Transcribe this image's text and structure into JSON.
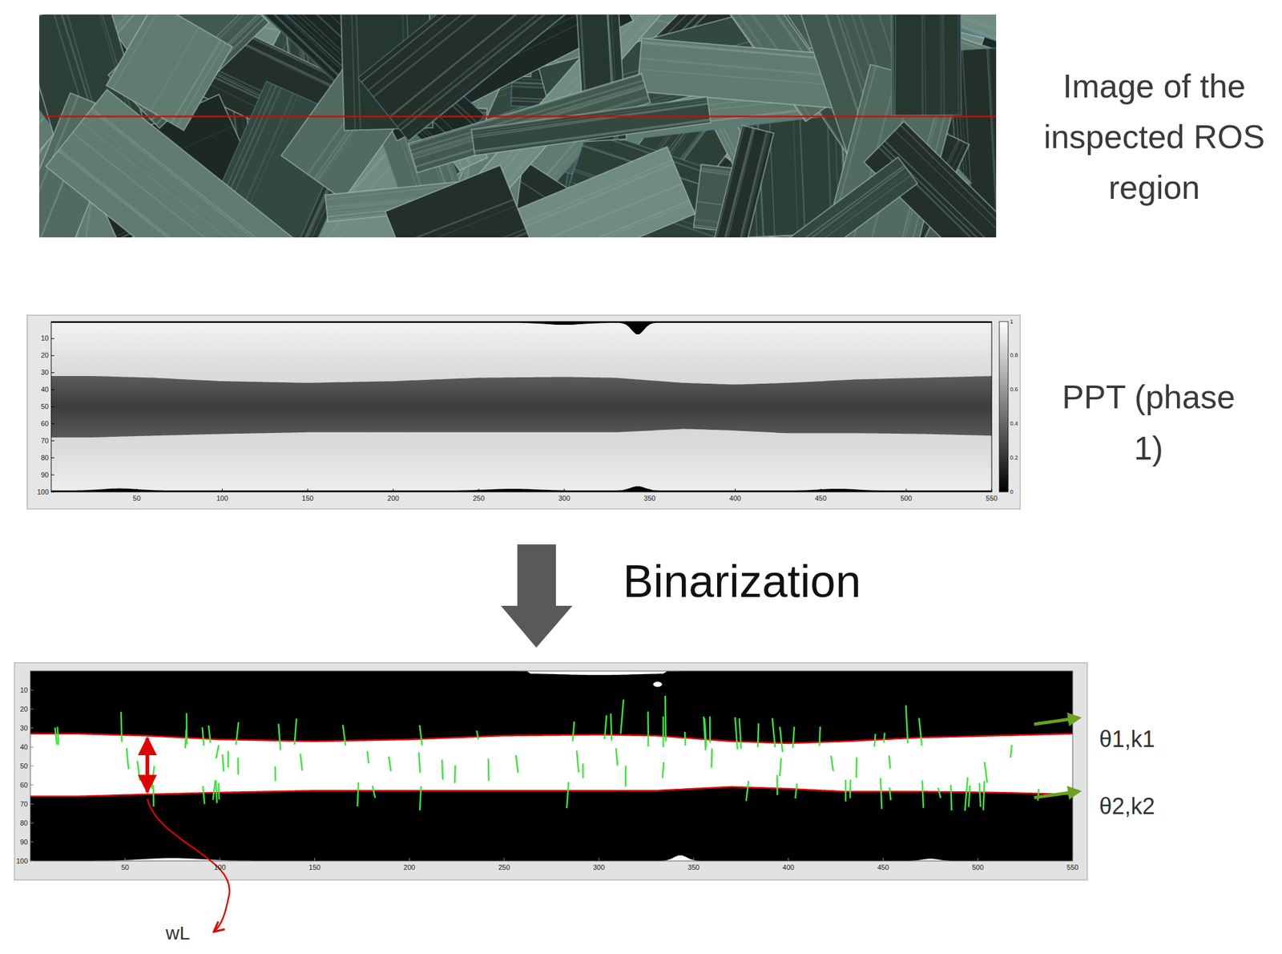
{
  "diagram": {
    "labels": [
      "Image of the inspected ROS region",
      "10",
      "20",
      "30",
      "40",
      "50",
      "60",
      "70",
      "80",
      "90",
      "100",
      "50",
      "100",
      "150",
      "200",
      "250",
      "300",
      "350",
      "400",
      "450",
      "500",
      "550",
      "1",
      "0.8",
      "0.6",
      "0.4",
      "0.2",
      "0",
      "PPT (phase 1)",
      "Binarization",
      "10",
      "20",
      "30",
      "40",
      "50",
      "60",
      "70",
      "80",
      "90",
      "100",
      "50",
      "100",
      "150",
      "200",
      "250",
      "300",
      "350",
      "400",
      "450",
      "500",
      "550",
      "θ1,k1",
      "θ2,k2",
      "wL"
    ]
  }
}
